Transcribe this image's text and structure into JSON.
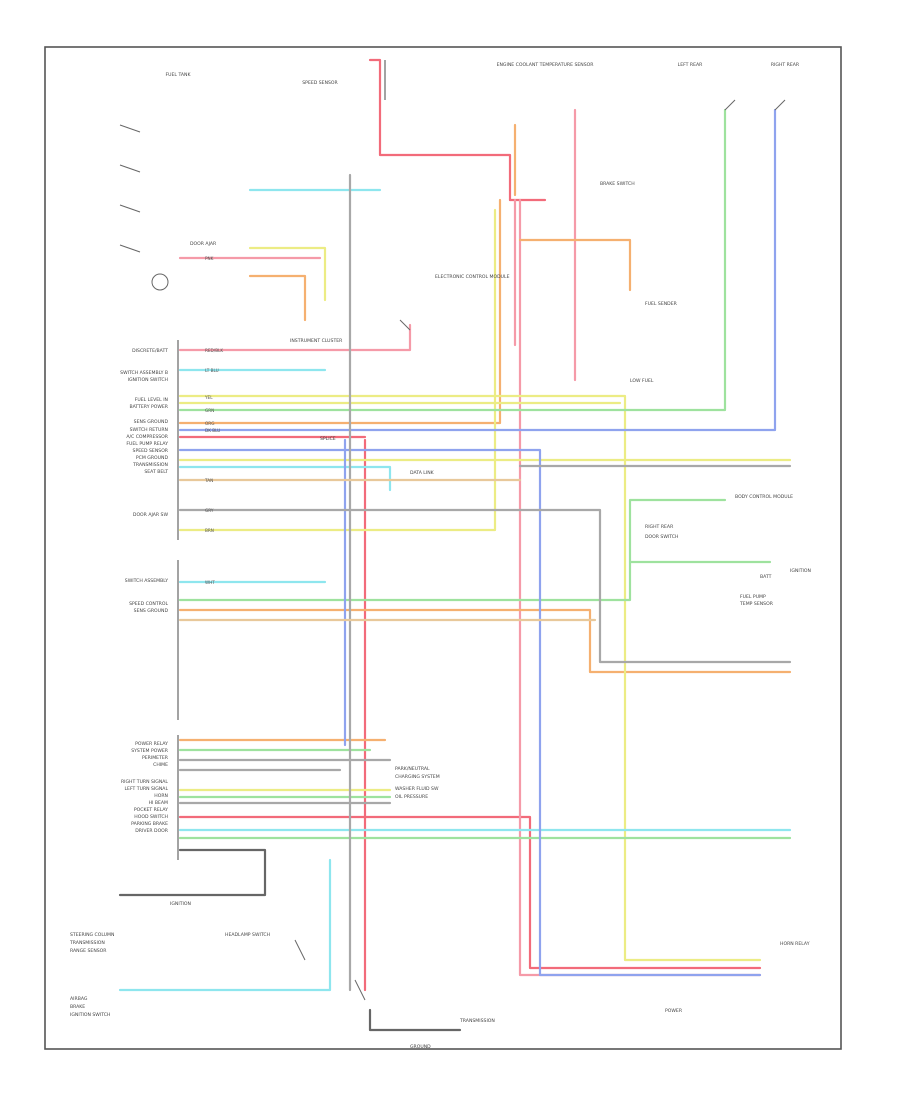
{
  "colors": {
    "red": "#f26b7a",
    "pink": "#f59aa8",
    "orange": "#f5b070",
    "yellow": "#ecec84",
    "cyan": "#8ee6ee",
    "green": "#9ee29e",
    "blue": "#8fa3ee",
    "gray": "#a8a8a8",
    "tan": "#e8c89a",
    "dark": "#666666"
  },
  "labels": {
    "left": [
      "DISCRETE/BATT",
      "SWITCH ASSEMBLY B",
      "IGNITION SWITCH",
      "FUEL LEVEL IN",
      "BATTERY POWER",
      "SENS GROUND",
      "SWITCH RETURN",
      "A/C COMPRESSOR",
      "FUEL PUMP RELAY",
      "SPEED SENSOR",
      "PCM GROUND",
      "TRANSMISSION",
      "SEAT BELT",
      "DOOR AJAR SW",
      "SWITCH ASSEMBLY",
      "SPEED CONTROL",
      "SENS GROUND",
      "POWER RELAY",
      "SYSTEM POWER",
      "PERIMETER",
      "CHIME",
      "RIGHT TURN SIGNAL",
      "LEFT TURN SIGNAL",
      "HORN",
      "HI BEAM",
      "POCKET RELAY",
      "HOOD SWITCH",
      "PARKING BRAKE",
      "DRIVER DOOR"
    ],
    "top": [
      "ENGINE COOLANT TEMPERATURE SENSOR",
      "SPEED SENSOR",
      "FUEL TANK",
      "LEFT REAR",
      "RIGHT REAR"
    ],
    "mid": [
      "ELECTRONIC CONTROL MODULE",
      "INSTRUMENT CLUSTER",
      "DATA LINK",
      "PARK/NEUTRAL",
      "CHARGING SYSTEM",
      "FUEL SENDER",
      "BRAKE SWITCH",
      "WASHER FLUID SW",
      "OIL PRESSURE",
      "TRANSMISSION",
      "HEADLAMP SWITCH",
      "DOOR AJAR",
      "IGNITION",
      "SPLICE",
      "GROUND"
    ],
    "right": [
      "BODY CONTROL MODULE",
      "LOW FUEL",
      "RIGHT REAR",
      "FUEL PUMP",
      "TEMP SENSOR",
      "DOOR SWITCH",
      "IGNITION",
      "BATT",
      "HORN RELAY",
      "POWER"
    ],
    "bottom": [
      "STEERING COLUMN",
      "TRANSMISSION",
      "RANGE SENSOR",
      "AIRBAG",
      "BRAKE",
      "IGNITION SWITCH"
    ],
    "wires": [
      "RED/BLK",
      "LT BLU",
      "YEL",
      "ORG",
      "GRN",
      "TAN",
      "PNK",
      "DK BLU",
      "GRY",
      "BRN",
      "WHT"
    ]
  }
}
